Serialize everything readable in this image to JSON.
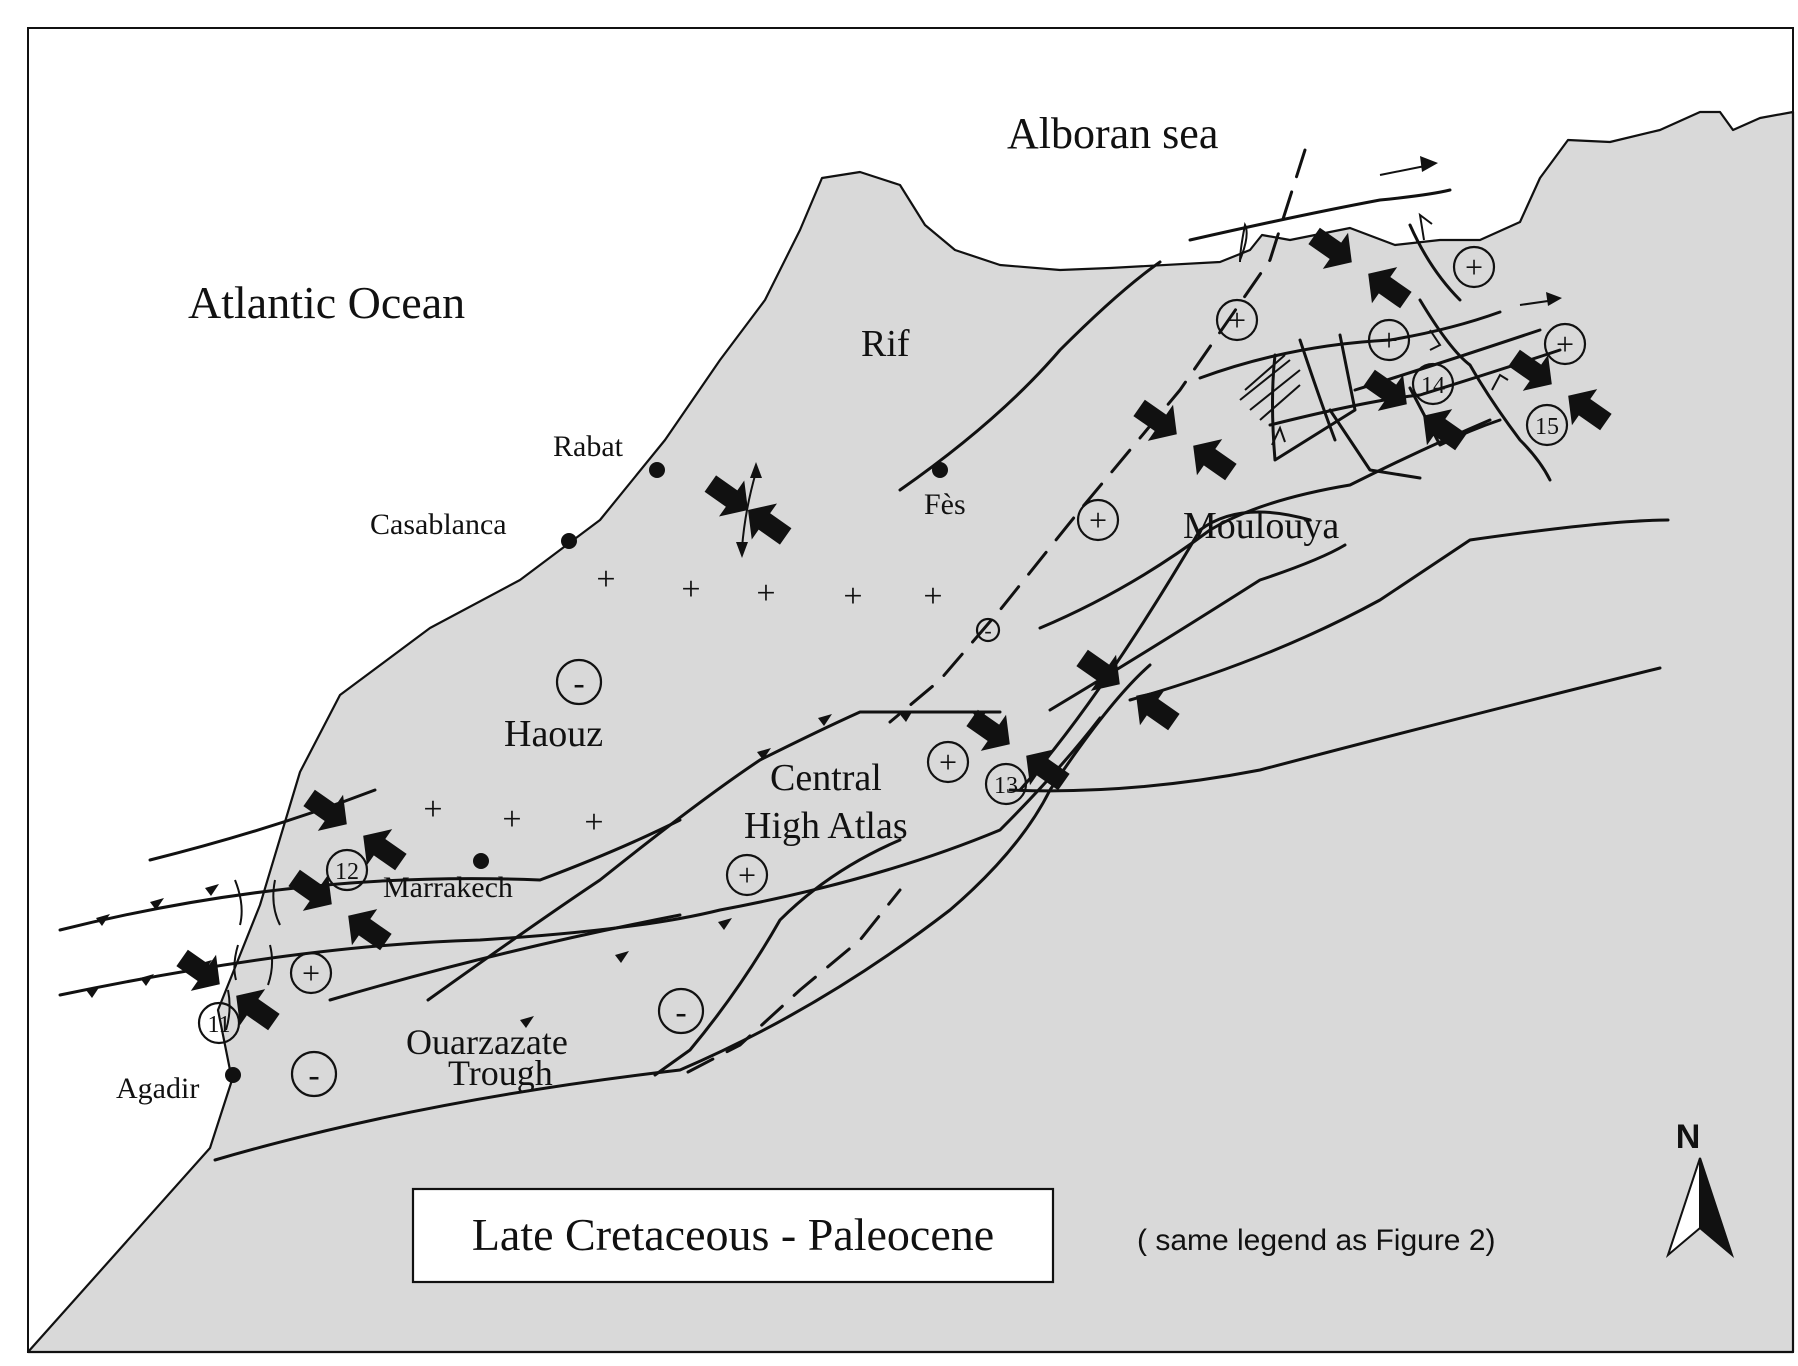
{
  "labels": {
    "alboran_sea": "Alboran sea",
    "atlantic_ocean": "Atlantic Ocean",
    "rif": "Rif",
    "rabat": "Rabat",
    "casablanca": "Casablanca",
    "fes": "Fès",
    "moulouya": "Moulouya",
    "haouz": "Haouz",
    "central_high_atlas_1": "Central",
    "central_high_atlas_2": "High Atlas",
    "marrakech": "Marrakech",
    "ouarzazate_1": "Ouarzazate",
    "ouarzazate_2": "Trough",
    "agadir": "Agadir"
  },
  "sites": {
    "s11": "11",
    "s12": "12",
    "s13": "13",
    "s14": "14",
    "s15": "15"
  },
  "signs": {
    "plus": "+",
    "minus": "-"
  },
  "title_box": "Late Cretaceous - Paleocene",
  "legend_note": "( same legend as Figure 2)",
  "north": {
    "label": "N",
    "icon": "north-arrow-icon"
  },
  "colors": {
    "land": "#d9d9d9",
    "sea": "#ffffff",
    "ink": "#111111"
  }
}
